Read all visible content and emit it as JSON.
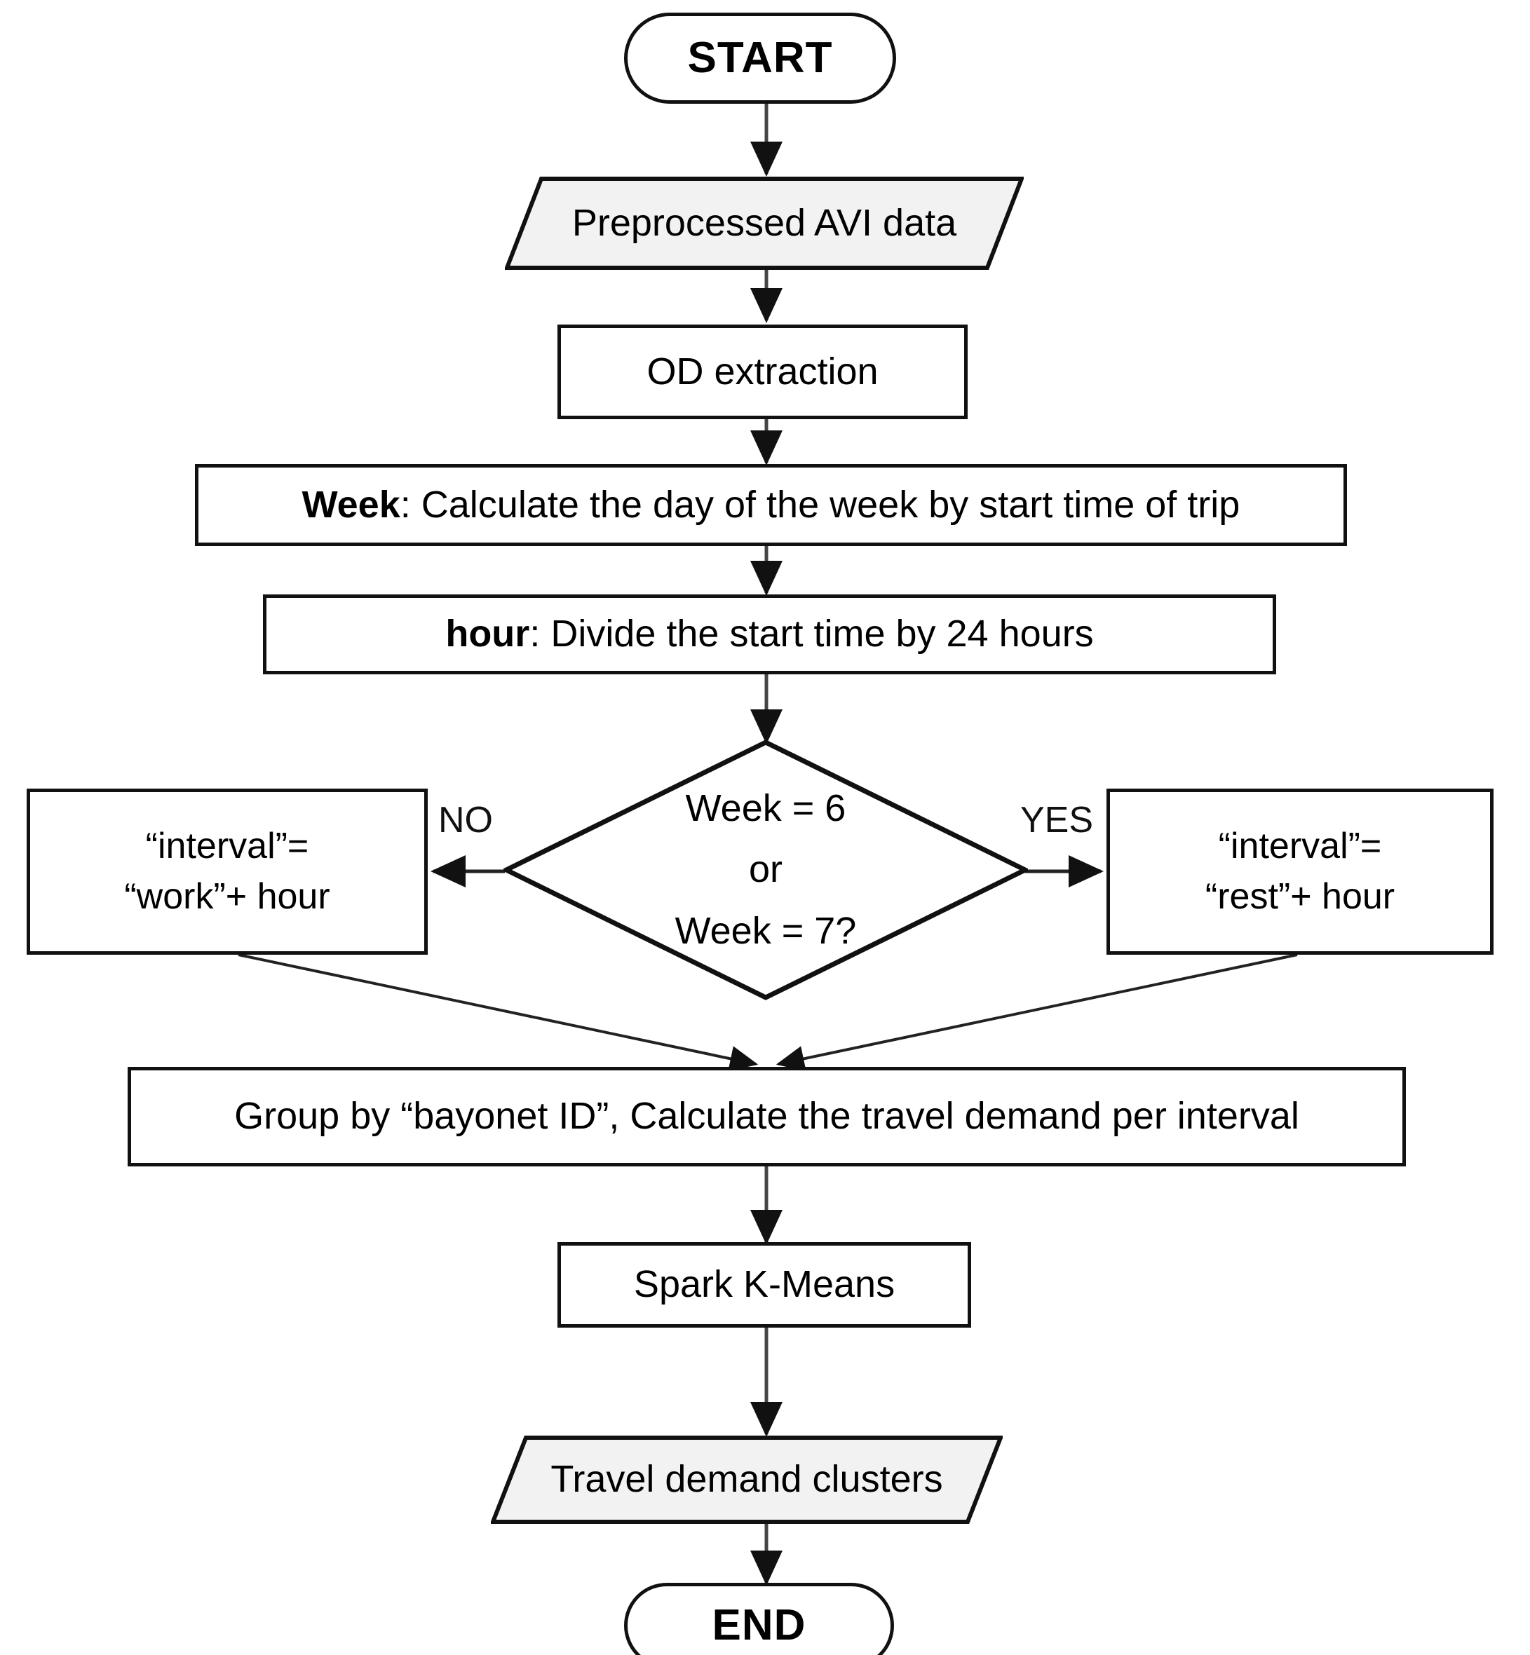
{
  "diagram": {
    "title": "Travel demand clustering flowchart",
    "colors": {
      "stroke": "#111111",
      "data_fill": "#f2f2f2",
      "process_fill": "#ffffff",
      "text": "#000000"
    },
    "nodes": {
      "start": {
        "label": "START",
        "shape": "terminator"
      },
      "preprocessed_data": {
        "label": "Preprocessed AVI data",
        "shape": "data"
      },
      "od_extraction": {
        "label": "OD extraction",
        "shape": "process"
      },
      "week_calc": {
        "label_bold": "Week",
        "label_rest": ": Calculate the day of the week by start time of trip",
        "shape": "process"
      },
      "hour_calc": {
        "label_bold": "hour",
        "label_rest": ":  Divide the start time by 24 hours",
        "shape": "process"
      },
      "decision": {
        "line1": "Week = 6",
        "line2": "or",
        "line3": "Week = 7?",
        "shape": "decision"
      },
      "work_interval": {
        "line1": "“interval”=",
        "line2": "“work”+ hour",
        "shape": "process"
      },
      "rest_interval": {
        "line1": "“interval”=",
        "line2": "“rest”+ hour",
        "shape": "process"
      },
      "group_by": {
        "label": "Group by “bayonet ID”, Calculate the travel demand per interval",
        "shape": "process"
      },
      "spark_kmeans": {
        "label": "Spark K-Means",
        "shape": "process"
      },
      "clusters_output": {
        "label": "Travel demand clusters",
        "shape": "data"
      },
      "end": {
        "label": "END",
        "shape": "terminator"
      }
    },
    "edge_labels": {
      "no": "NO",
      "yes": "YES"
    }
  }
}
